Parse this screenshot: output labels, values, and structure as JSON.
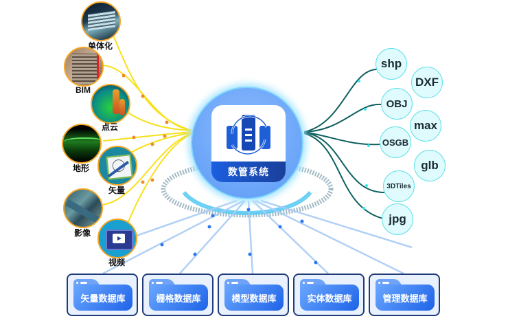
{
  "hub": {
    "title": "数管系统",
    "icon": "database-sync-icon"
  },
  "sources": [
    {
      "label": "单体化",
      "icon": "building-model-icon"
    },
    {
      "label": "BIM",
      "icon": "bim-building-icon"
    },
    {
      "label": "点云",
      "icon": "point-cloud-icon"
    },
    {
      "label": "地形",
      "icon": "terrain-icon"
    },
    {
      "label": "矢量",
      "icon": "vector-pen-icon"
    },
    {
      "label": "影像",
      "icon": "satellite-image-icon"
    },
    {
      "label": "视频",
      "icon": "video-icon"
    }
  ],
  "formats": [
    "shp",
    "DXF",
    "OBJ",
    "max",
    "OSGB",
    "glb",
    "3DTiles",
    "jpg"
  ],
  "databases": [
    "矢量数据库",
    "栅格数据库",
    "模型数据库",
    "实体数据库",
    "管理数据库"
  ],
  "colors": {
    "source_line": "#f7e11a",
    "format_line": "#0f5f5f",
    "db_line": "#a9cbf5",
    "accent": "#1e63e8"
  }
}
